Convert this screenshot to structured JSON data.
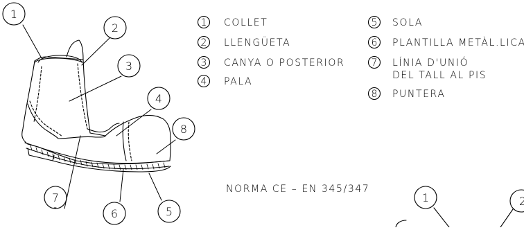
{
  "callouts": [
    "1",
    "2",
    "3",
    "4",
    "5",
    "6",
    "7",
    "8"
  ],
  "legend": [
    {
      "num": "1",
      "label": "COLLET"
    },
    {
      "num": "2",
      "label": "LLENGÜETA"
    },
    {
      "num": "3",
      "label": "CANYA O POSTERIOR"
    },
    {
      "num": "4",
      "label": "PALA"
    },
    {
      "num": "5",
      "label": "SOLA"
    },
    {
      "num": "6",
      "label": "PLANTILLA METÀL.LICA"
    },
    {
      "num": "7",
      "label_lines": [
        "LÍNIA D'UNIÓ",
        "DEL TALL AL PIS"
      ]
    },
    {
      "num": "8",
      "label": "PUNTERA"
    }
  ],
  "norm_text": "NORMA CE – EN 345/347",
  "partial_callouts": [
    "1",
    "2"
  ],
  "line_color": "#000000"
}
